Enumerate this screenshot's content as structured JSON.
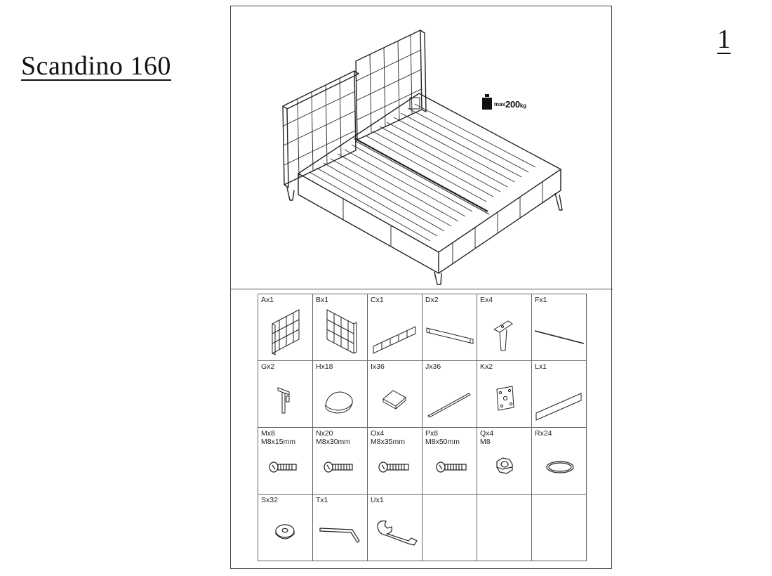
{
  "header": {
    "title": "Scandino 160",
    "page_number": "1"
  },
  "illustration": {
    "weight_icon": "weight-icon",
    "max_prefix": "max",
    "max_value": "200",
    "max_unit": "kg"
  },
  "parts": [
    {
      "label": "Ax1",
      "icon": "headboard-left-icon"
    },
    {
      "label": "Bx1",
      "icon": "headboard-right-icon"
    },
    {
      "label": "Cx1",
      "icon": "side-panel-icon"
    },
    {
      "label": "Dx2",
      "icon": "center-beam-icon"
    },
    {
      "label": "Ex4",
      "icon": "bed-leg-icon"
    },
    {
      "label": "Fx1",
      "icon": "rod-icon"
    },
    {
      "label": "Gx2",
      "icon": "support-leg-icon"
    },
    {
      "label": "Hx18",
      "icon": "slat-holder-large-icon"
    },
    {
      "label": "Ix36",
      "icon": "slat-holder-small-icon"
    },
    {
      "label": "Jx36",
      "icon": "slat-icon"
    },
    {
      "label": "Kx2",
      "icon": "mounting-plate-icon"
    },
    {
      "label": "Lx1",
      "icon": "footboard-panel-icon"
    },
    {
      "label": "Mx8\nM8x15mm",
      "icon": "bolt-short-icon"
    },
    {
      "label": "Nx20\nM8x30mm",
      "icon": "bolt-medium-icon"
    },
    {
      "label": "Ox4\nM8x35mm",
      "icon": "bolt-long-icon"
    },
    {
      "label": "Px8\nM8x50mm",
      "icon": "bolt-extra-long-icon"
    },
    {
      "label": "Qx4\nM8",
      "icon": "hex-nut-icon"
    },
    {
      "label": "Rx24",
      "icon": "ring-icon"
    },
    {
      "label": "Sx32",
      "icon": "washer-icon"
    },
    {
      "label": "Tx1",
      "icon": "allen-key-icon"
    },
    {
      "label": "Ux1",
      "icon": "wrench-icon"
    },
    {
      "label": "",
      "icon": ""
    },
    {
      "label": "",
      "icon": ""
    },
    {
      "label": "",
      "icon": ""
    }
  ]
}
